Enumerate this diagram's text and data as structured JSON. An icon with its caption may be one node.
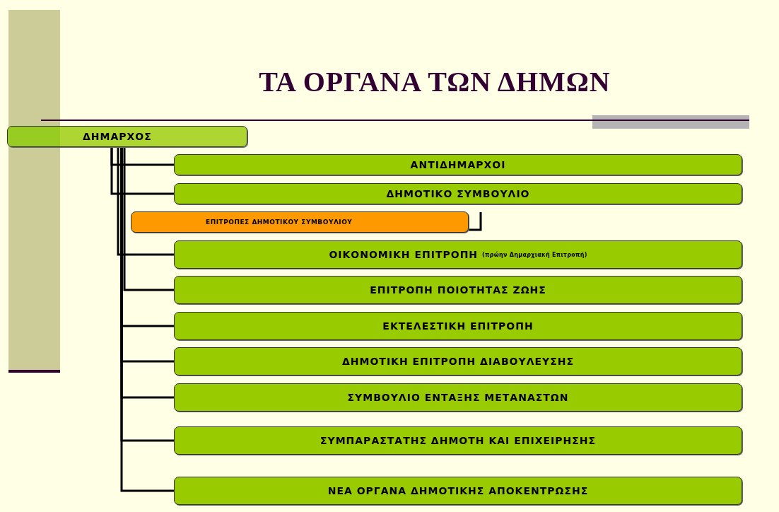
{
  "diagram": {
    "title": "ΤΑ ΟΡΓΑΝΑ ΤΩΝ ΔΗΜΩΝ",
    "nodes": [
      {
        "text": [
          "ΔΗΜΑΡΧΟΣ"
        ]
      },
      {
        "text": [
          "ΑΝΤΙΔΗΜΑΡΧΟΙ"
        ]
      },
      {
        "text": [
          "ΔΗΜΟΤΙΚΟ ΣΥΜΒΟΥΛΙΟ"
        ]
      },
      {
        "text": [
          "ΕΠΙΤΡΟΠΕΣ ΔΗΜΟΤΙΚΟΥ ΣΥΜΒΟΥΛΙΟΥ"
        ]
      },
      {
        "text": [
          "ΟΙΚΟΝΟΜΙΚΗ ΕΠΙΤΡΟΠΗ",
          "(πρώην Δημαρχιακή Επιτροπή)"
        ]
      },
      {
        "text": [
          "ΕΠΙΤΡΟΠΗ ΠΟΙΟΤΗΤΑΣ ΖΩΗΣ"
        ]
      },
      {
        "text": [
          "ΕΚΤΕΛΕΣΤΙΚΗ ΕΠΙΤΡΟΠΗ"
        ]
      },
      {
        "text": [
          "ΔΗΜΟΤΙΚΗ ΕΠΙΤΡΟΠΗ ΔΙΑΒΟΥΛΕΥΣΗΣ"
        ]
      },
      {
        "text": [
          "ΣΥΜΒΟΥΛΙΟ ΕΝΤΑΞΗΣ ΜΕΤΑΝΑΣΤΩΝ"
        ]
      },
      {
        "text": [
          "ΣΥΜΠΑΡΑΣΤΑΤΗΣ ΔΗΜΟΤΗ ΚΑΙ ΕΠΙΧΕΙΡΗΣΗΣ"
        ]
      },
      {
        "text": [
          "ΝΕΑ ΟΡΓΑΝΑ ΔΗΜΟΤΙΚΗΣ ΑΠΟΚΕΝΤΡΩΣΗΣ"
        ]
      }
    ],
    "edges": [
      {
        "from": 0,
        "to": 1,
        "arrow": "none"
      },
      {
        "from": 0,
        "to": 2,
        "arrow": "none"
      },
      {
        "from": 0,
        "to": 4,
        "arrow": "none"
      },
      {
        "from": 0,
        "to": 5,
        "arrow": "none"
      },
      {
        "from": 0,
        "to": 6,
        "arrow": "none"
      },
      {
        "from": 0,
        "to": 7,
        "arrow": "none"
      },
      {
        "from": 0,
        "to": 8,
        "arrow": "none"
      },
      {
        "from": 0,
        "to": 9,
        "arrow": "none"
      },
      {
        "from": 0,
        "to": 10,
        "arrow": "none"
      }
    ]
  }
}
